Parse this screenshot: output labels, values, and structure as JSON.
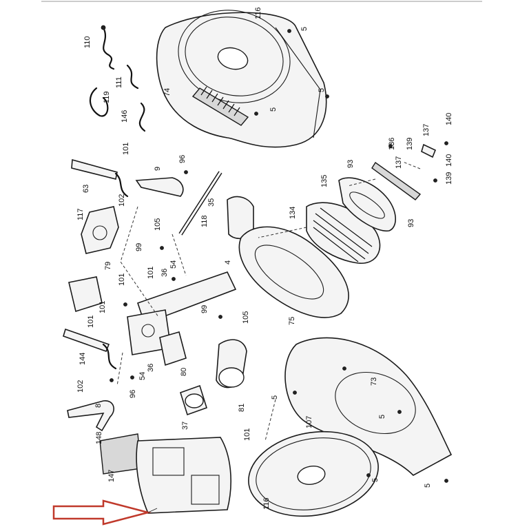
{
  "diagram": {
    "labels": [
      {
        "id": "p110",
        "text": "110"
      },
      {
        "id": "p111",
        "text": "111"
      },
      {
        "id": "p119",
        "text": "119"
      },
      {
        "id": "p146",
        "text": "146"
      },
      {
        "id": "p116a",
        "text": "116"
      },
      {
        "id": "p5a",
        "text": "5"
      },
      {
        "id": "p74",
        "text": "74"
      },
      {
        "id": "p5b",
        "text": "5"
      },
      {
        "id": "p5c",
        "text": "5"
      },
      {
        "id": "p101a",
        "text": "101"
      },
      {
        "id": "p63",
        "text": "63"
      },
      {
        "id": "p102a",
        "text": "102"
      },
      {
        "id": "p9",
        "text": "9"
      },
      {
        "id": "p96a",
        "text": "96"
      },
      {
        "id": "p35",
        "text": "35"
      },
      {
        "id": "p117",
        "text": "117"
      },
      {
        "id": "p118",
        "text": "118"
      },
      {
        "id": "p105a",
        "text": "105"
      },
      {
        "id": "p99a",
        "text": "99"
      },
      {
        "id": "p54a",
        "text": "54"
      },
      {
        "id": "p36a",
        "text": "36"
      },
      {
        "id": "p79",
        "text": "79"
      },
      {
        "id": "p101b",
        "text": "101"
      },
      {
        "id": "p101c",
        "text": "101"
      },
      {
        "id": "p101d",
        "text": "101"
      },
      {
        "id": "p4",
        "text": "4"
      },
      {
        "id": "p99b",
        "text": "99"
      },
      {
        "id": "p105b",
        "text": "105"
      },
      {
        "id": "p75",
        "text": "75"
      },
      {
        "id": "p134",
        "text": "134"
      },
      {
        "id": "p135",
        "text": "135"
      },
      {
        "id": "p93a",
        "text": "93"
      },
      {
        "id": "p136",
        "text": "136"
      },
      {
        "id": "p137a",
        "text": "137"
      },
      {
        "id": "p139a",
        "text": "139"
      },
      {
        "id": "p140a",
        "text": "140"
      },
      {
        "id": "p137b",
        "text": "137"
      },
      {
        "id": "p139b",
        "text": "139"
      },
      {
        "id": "p140b",
        "text": "140"
      },
      {
        "id": "p93b",
        "text": "93"
      },
      {
        "id": "p101e",
        "text": "101"
      },
      {
        "id": "p144",
        "text": "144"
      },
      {
        "id": "p80",
        "text": "80"
      },
      {
        "id": "p54b",
        "text": "54"
      },
      {
        "id": "p36b",
        "text": "36"
      },
      {
        "id": "p96b",
        "text": "96"
      },
      {
        "id": "p102b",
        "text": "102"
      },
      {
        "id": "p8",
        "text": "8"
      },
      {
        "id": "p37",
        "text": "37"
      },
      {
        "id": "p81",
        "text": "81"
      },
      {
        "id": "p148",
        "text": "148"
      },
      {
        "id": "p147",
        "text": "147"
      },
      {
        "id": "p101f",
        "text": "101"
      },
      {
        "id": "p5d",
        "text": "5"
      },
      {
        "id": "p73",
        "text": "73"
      },
      {
        "id": "p5e",
        "text": "5"
      },
      {
        "id": "p107",
        "text": "107"
      },
      {
        "id": "p5f",
        "text": "5"
      },
      {
        "id": "p5g",
        "text": "5"
      },
      {
        "id": "p116b",
        "text": "116"
      }
    ]
  },
  "colors": {
    "line": "#1a1a1a",
    "arrow": "#c0392b",
    "background": "#ffffff"
  }
}
